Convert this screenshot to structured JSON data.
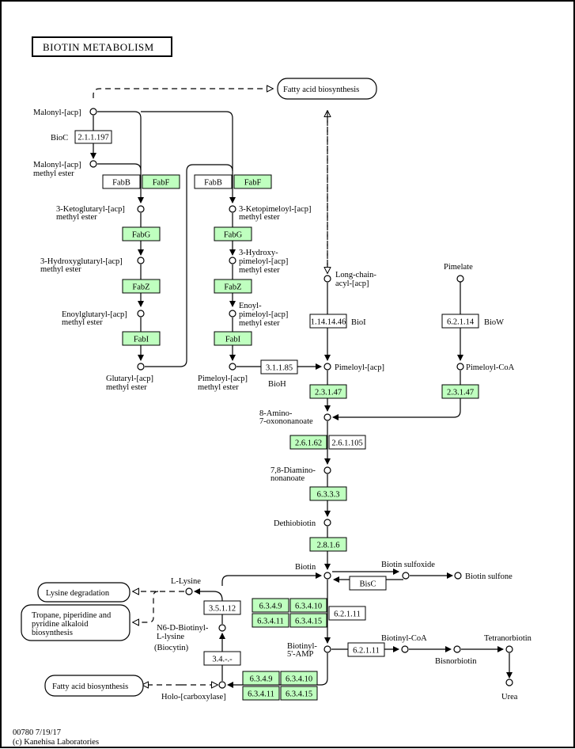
{
  "title": "BIOTIN METABOLISM",
  "footer": {
    "line1": "00780 7/19/17",
    "line2": "(c) Kanehisa Laboratories"
  },
  "colors": {
    "present_enzyme": "#bfffbf",
    "absent_enzyme": "#ffffff"
  },
  "maps": {
    "fatty_acid_top": "Fatty acid biosynthesis",
    "lysine_degradation": "Lysine degradation",
    "tropane_l1": "Tropane, piperidine and",
    "tropane_l2": "pyridine alkaloid",
    "tropane_l3": "biosynthesis",
    "fatty_acid_bottom": "Fatty acid biosynthesis"
  },
  "compounds": {
    "malonyl_acp": "Malonyl-[acp]",
    "malonyl_me_1": "Malonyl-[acp]",
    "malonyl_me_2": "methyl ester",
    "ketoglutaryl_1": "3-Ketoglutaryl-[acp]",
    "ketoglutaryl_2": "methyl ester",
    "hydroxyglutaryl_1": "3-Hydroxyglutaryl-[acp]",
    "hydroxyglutaryl_2": "methyl ester",
    "enoylglutaryl_1": "Enoylglutaryl-[acp]",
    "enoylglutaryl_2": "methyl ester",
    "glutaryl_1": "Glutaryl-[acp]",
    "glutaryl_2": "methyl ester",
    "ketopimeloyl_1": "3-Ketopimeloyl-[acp]",
    "ketopimeloyl_2": "methyl ester",
    "hydroxypimeloyl_1": "3-Hydroxy-",
    "hydroxypimeloyl_2": "pimeloyl-[acp]",
    "hydroxypimeloyl_3": "methyl ester",
    "enoylpimeloyl_1": "Enoyl-",
    "enoylpimeloyl_2": "pimeloyl-[acp]",
    "enoylpimeloyl_3": "methyl ester",
    "pimeloyl_me_1": "Pimeloyl-[acp]",
    "pimeloyl_me_2": "methyl ester",
    "long_chain_1": "Long-chain-",
    "long_chain_2": "acyl-[acp]",
    "pimeloyl_acp": "Pimeloyl-[acp]",
    "pimelate": "Pimelate",
    "pimeloyl_coa": "Pimeloyl-CoA",
    "amino_oxo_1": "8-Amino-",
    "amino_oxo_2": "7-oxononanoate",
    "diamino_1": "7,8-Diamino-",
    "diamino_2": "nonanoate",
    "dethiobiotin": "Dethiobiotin",
    "biotin": "Biotin",
    "biotin_sulfoxide": "Biotin sulfoxide",
    "biotin_sulfone": "Biotin sulfone",
    "l_lysine": "L-Lysine",
    "biocytin_1": "N6-D-Biotinyl-",
    "biocytin_2": "L-lysine",
    "biocytin_3": "(Biocytin)",
    "biotinyl_amp_1": "Biotinyl-",
    "biotinyl_amp_2": "5'-AMP",
    "biotinyl_coa": "Biotinyl-CoA",
    "bisnorbiotin": "Bisnorbiotin",
    "tetranorbiotin": "Tetranorbiotin",
    "urea": "Urea",
    "holo_carboxylase": "Holo-[carboxylase]"
  },
  "gene_labels": {
    "bioc": "BioC",
    "bioi": "BioI",
    "biow": "BioW",
    "bioh": "BioH"
  },
  "enzymes": {
    "e_2_1_1_197": "2.1.1.197",
    "fabb_1": "FabB",
    "fabf_1": "FabF",
    "fabb_2": "FabB",
    "fabf_2": "FabF",
    "fabg_1": "FabG",
    "fabz_1": "FabZ",
    "fabi_1": "FabI",
    "fabg_2": "FabG",
    "fabz_2": "FabZ",
    "fabi_2": "FabI",
    "e_3_1_1_85": "3.1.1.85",
    "e_1_14_14_46": "1.14.14.46",
    "e_6_2_1_14": "6.2.1.14",
    "e_2_3_1_47_a": "2.3.1.47",
    "e_2_3_1_47_b": "2.3.1.47",
    "e_2_6_1_62": "2.6.1.62",
    "e_2_6_1_105": "2.6.1.105",
    "e_6_3_3_3": "6.3.3.3",
    "e_2_8_1_6": "2.8.1.6",
    "bisc": "BisC",
    "e_6_3_4_9_a": "6.3.4.9",
    "e_6_3_4_10_a": "6.3.4.10",
    "e_6_3_4_11_a": "6.3.4.11",
    "e_6_3_4_15_a": "6.3.4.15",
    "e_6_2_1_11_a": "6.2.1.11",
    "e_3_5_1_12": "3.5.1.12",
    "e_3_4": "3.4.-.-",
    "e_6_2_1_11_b": "6.2.1.11",
    "e_6_3_4_9_b": "6.3.4.9",
    "e_6_3_4_10_b": "6.3.4.10",
    "e_6_3_4_11_b": "6.3.4.11",
    "e_6_3_4_15_b": "6.3.4.15"
  }
}
